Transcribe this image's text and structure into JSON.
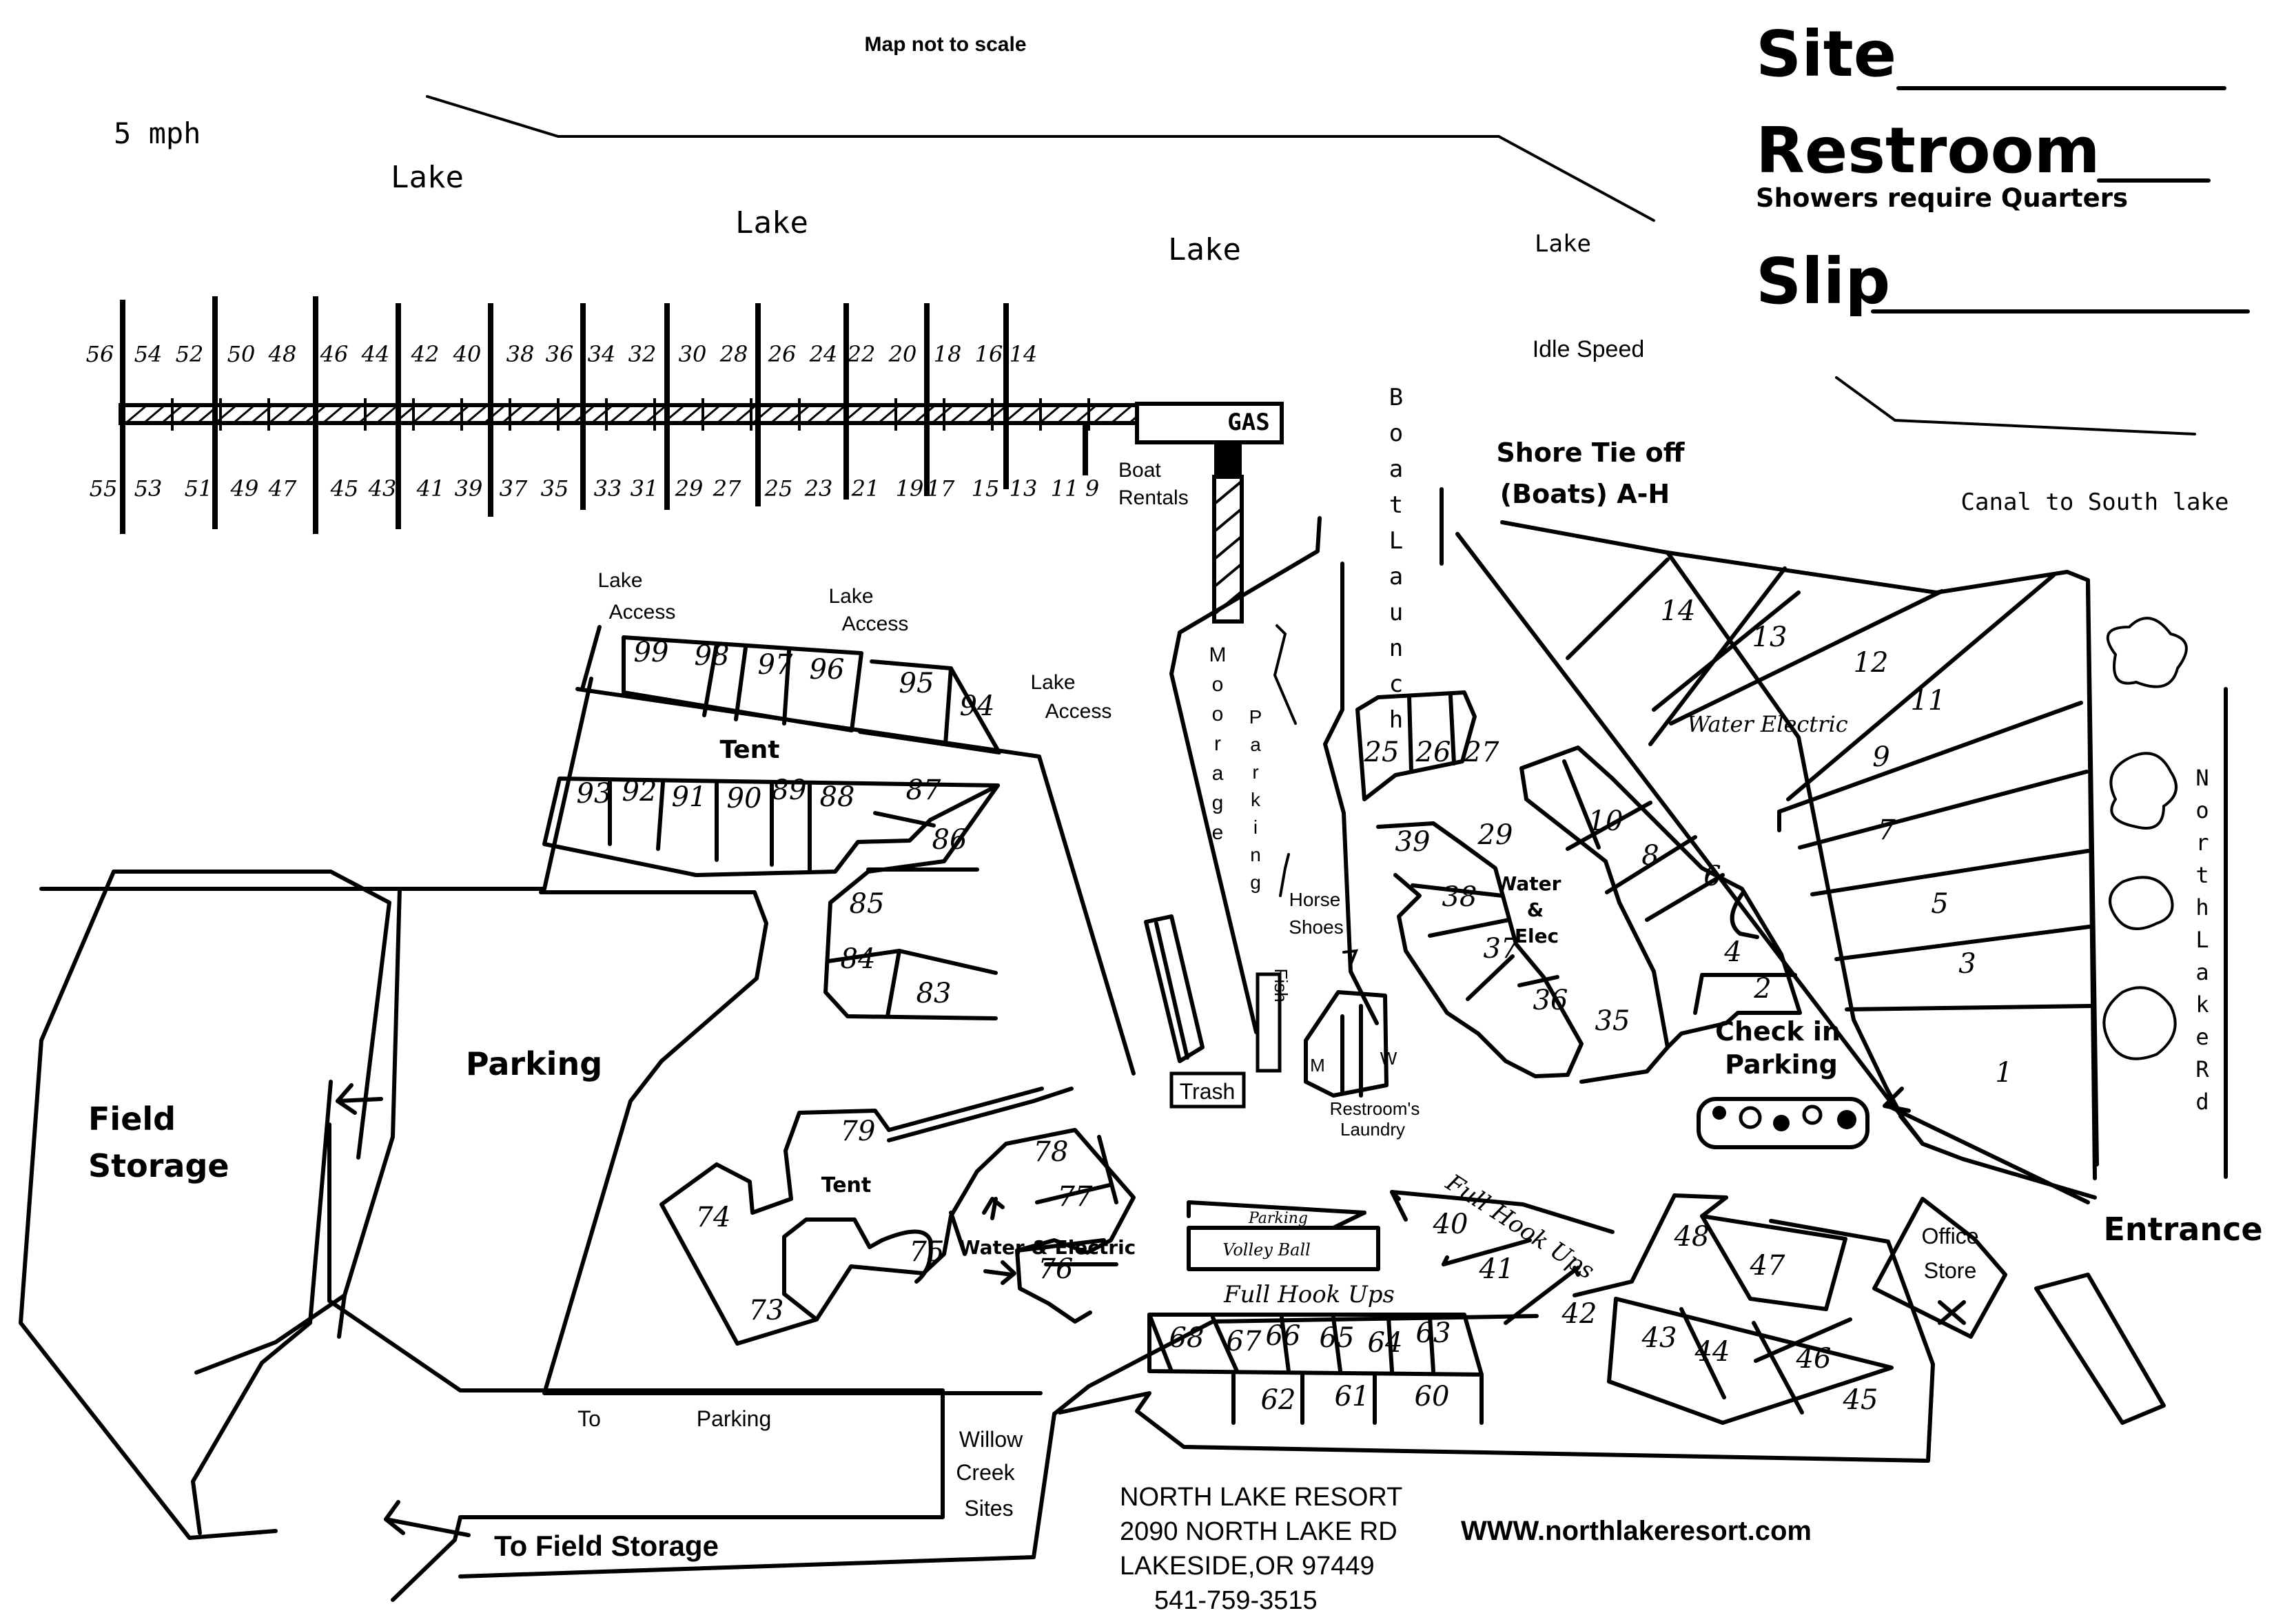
{
  "header": {
    "note": "Map not to scale",
    "speed_limit": "5 mph",
    "site_label": "Site",
    "restroom_label": "Restroom",
    "showers_note": "Showers require Quarters",
    "slip_label": "Slip",
    "idle_speed": "Idle Speed"
  },
  "water": {
    "lake_1": "Lake",
    "lake_2": "Lake",
    "lake_3": "Lake",
    "lake_4": "Lake",
    "canal": "Canal to South lake",
    "shore_tie": "Shore Tie off",
    "shore_tie_boats": "(Boats) A-H"
  },
  "dock": {
    "gas": "GAS",
    "boat_rentals_1": "Boat",
    "boat_rentals_2": "Rentals",
    "boat_launch": [
      "B",
      "o",
      "a",
      "t",
      "L",
      "a",
      "u",
      "n",
      "c",
      "h"
    ],
    "slips_top": [
      "56",
      "54",
      "52",
      "50",
      "48",
      "46",
      "44",
      "42",
      "40",
      "38",
      "36",
      "34",
      "32",
      "30",
      "28",
      "26",
      "24",
      "22",
      "20",
      "18",
      "16",
      "14"
    ],
    "slips_bottom": [
      "55",
      "53",
      "51",
      "49",
      "47",
      "45",
      "43",
      "41",
      "39",
      "37",
      "35",
      "33",
      "31",
      "29",
      "27",
      "25",
      "23",
      "21",
      "19",
      "17",
      "15",
      "13",
      "11",
      "9"
    ]
  },
  "facilities": {
    "lake_access": "Lake",
    "access": "Access",
    "tent": "Tent",
    "tent2": "Tent",
    "parking": "Parking",
    "field_storage_1": "Field",
    "field_storage_2": "Storage",
    "moorage": [
      "M",
      "o",
      "o",
      "r",
      "a",
      "g",
      "e"
    ],
    "parking_vertical": [
      "P",
      "a",
      "r",
      "k",
      "i",
      "n",
      "g"
    ],
    "horse_shoes_1": "Horse",
    "horse_shoes_2": "Shoes",
    "fish": "Fish",
    "trash": "Trash",
    "restroom_laundry_1": "Restroom's",
    "restroom_laundry_2": "Laundry",
    "restroom_m": "M",
    "restroom_w": "W",
    "water_electric": "Water & Electric",
    "water_electric_2": "Water Electric",
    "water_elec_1": "Water",
    "water_elec_2": "&",
    "water_elec_3": "Elec",
    "check_in_1": "Check in",
    "check_in_2": "Parking",
    "entrance": "Entrance",
    "full_hookups": "Full Hook Ups",
    "full_hookups_2": "Full Hook Ups",
    "volleyball_parking": "Parking",
    "volleyball": "Volley Ball",
    "office": "Office",
    "store": "Store",
    "office_mark": "X",
    "to": "To",
    "to_parking": "Parking",
    "willow_1": "Willow",
    "willow_2": "Creek",
    "willow_3": "Sites",
    "to_field_storage": "To Field Storage",
    "north_lake_rd": [
      "N",
      "o",
      "r",
      "t",
      "h",
      "L",
      "a",
      "k",
      "e",
      "R",
      "d"
    ]
  },
  "sites": [
    "1",
    "2",
    "3",
    "4",
    "5",
    "6",
    "7",
    "8",
    "9",
    "10",
    "11",
    "12",
    "13",
    "14",
    "25",
    "26",
    "27",
    "29",
    "35",
    "36",
    "37",
    "38",
    "39",
    "40",
    "41",
    "42",
    "43",
    "44",
    "45",
    "46",
    "47",
    "48",
    "60",
    "61",
    "62",
    "63",
    "64",
    "65",
    "66",
    "67",
    "68",
    "73",
    "74",
    "75",
    "76",
    "77",
    "78",
    "79",
    "83",
    "84",
    "85",
    "86",
    "87",
    "88",
    "89",
    "90",
    "91",
    "92",
    "93",
    "94",
    "95",
    "96",
    "97",
    "98",
    "99"
  ],
  "footer": {
    "name": "NORTH LAKE RESORT",
    "street": "2090 NORTH LAKE RD",
    "city": "LAKESIDE,OR 97449",
    "phone": "541-759-3515",
    "website": "WWW.northlakeresort.com"
  }
}
